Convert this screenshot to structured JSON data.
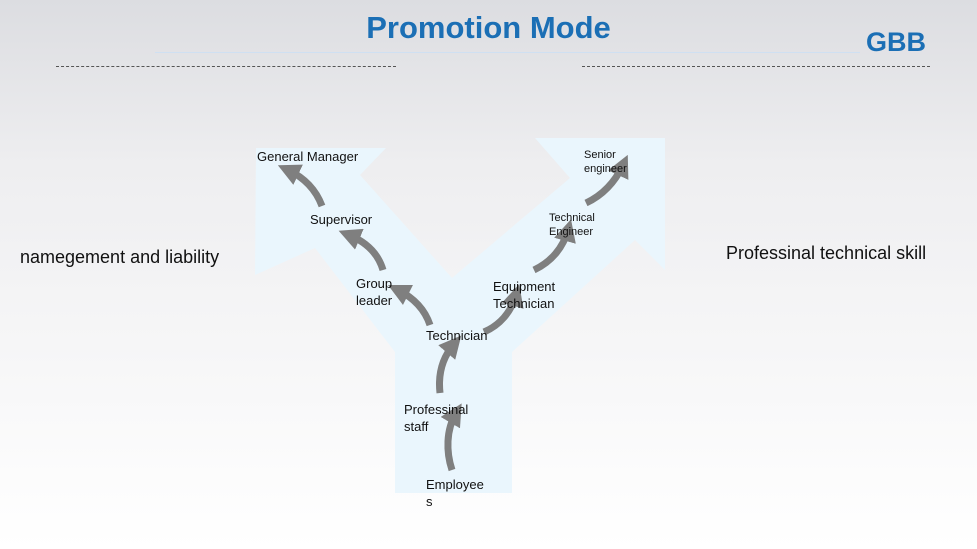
{
  "header": {
    "title": "Promotion Mode",
    "brand": "GBB"
  },
  "side_labels": {
    "left": "namegement and liability",
    "right": "Professinal technical skill"
  },
  "nodes": {
    "general_manager": "General Manager",
    "supervisor": "Supervisor",
    "group_leader": "Group\nleader",
    "technician": "Technician",
    "equipment_technician": "Equipment\nTechnician",
    "technical_engineer": "Technical\nEngineer",
    "senior_engineer": "Senior\nengineer",
    "professional_staff": "Professinal\nstaff",
    "employees": "Employee\ns"
  },
  "colors": {
    "title": "#1b6fb5",
    "y_shape_fill": "#eaf6fd",
    "arrow": "#7f7f7f"
  }
}
